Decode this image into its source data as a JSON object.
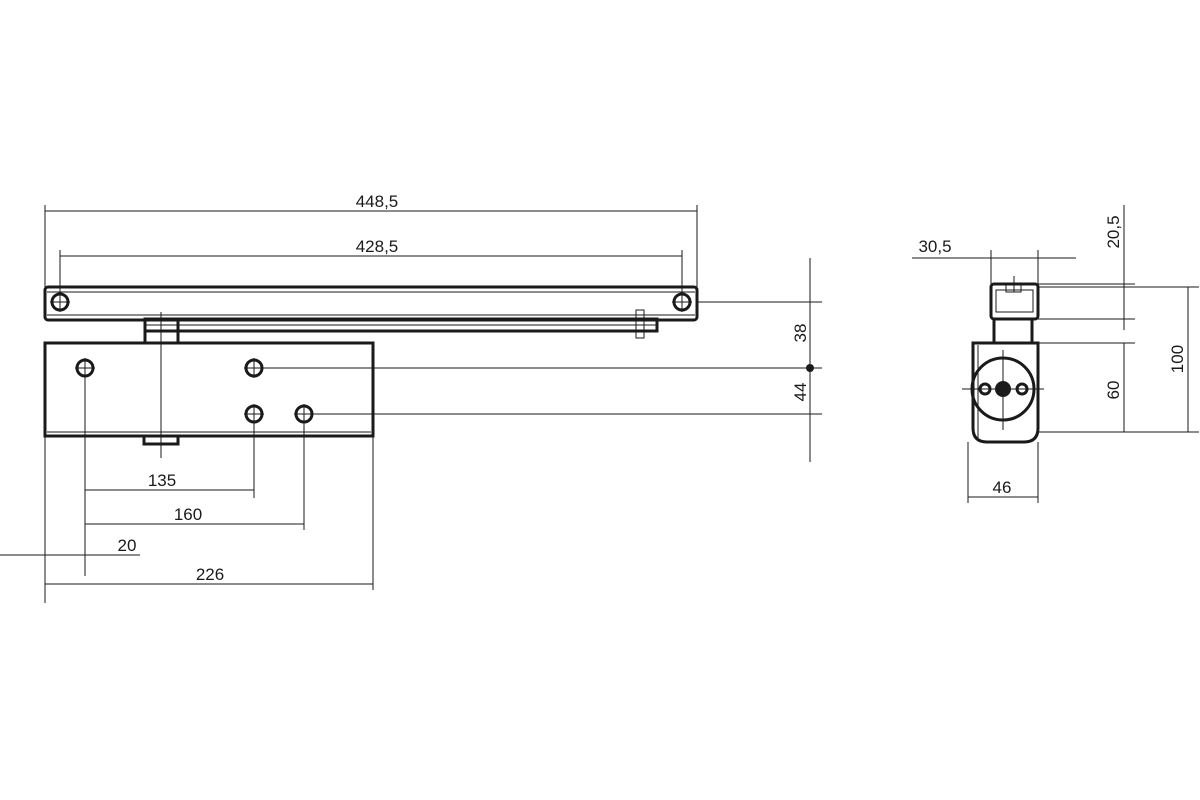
{
  "colors": {
    "line": "#1a1a1a",
    "background": "#ffffff"
  },
  "dimensions": {
    "front_view": {
      "overall_length": "448,5",
      "hole_spacing": "428,5",
      "rail_to_axis": "38",
      "axis_to_lower_holes": "44",
      "hole_135": "135",
      "hole_160": "160",
      "offset_20": "20",
      "body_length": "226"
    },
    "side_view": {
      "rail_width": "30,5",
      "rail_height": "20,5",
      "total_height": "100",
      "body_height": "60",
      "body_depth": "46"
    }
  }
}
